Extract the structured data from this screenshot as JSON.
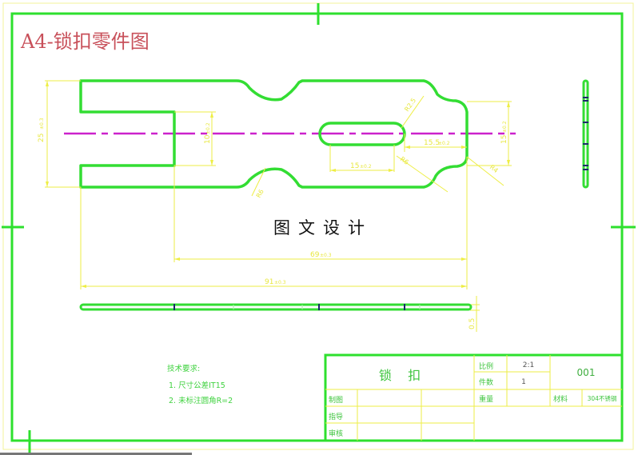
{
  "drawing": {
    "title": "A4-锁扣零件图",
    "watermark": "图文设计",
    "colors": {
      "frame": "#2ee02e",
      "outline": "#33dd33",
      "dimension": "#eeee44",
      "centerline": "#cc22cc",
      "title_text": "#c8505a",
      "hidden_marks": "#1a2a6a"
    },
    "dimensions": {
      "overall_height": "25",
      "overall_height_tol": "±0.3",
      "slot_width": "10",
      "slot_width_tol": "±0.2",
      "oblong_length": "15",
      "oblong_length_tol": "±0.2",
      "oblong_radius": "R2.5",
      "end_offset": "15.5",
      "end_offset_tol": "±0.2",
      "end_width": "15",
      "end_width_tol": "±0.2",
      "radius_neck": "R6",
      "radius_neck2": "R6",
      "radius_corner": "R4",
      "length_69": "69",
      "length_69_tol": "±0.3",
      "length_91": "91",
      "length_91_tol": "±0.3",
      "thickness": "0.5"
    },
    "tech_requirements": {
      "heading": "技术要求:",
      "items": [
        "1. 尺寸公差IT15",
        "2. 未标注圆角R=2"
      ]
    },
    "title_block": {
      "part_name": "锁    扣",
      "scale_label": "比例",
      "scale_value": "2:1",
      "quantity_label": "件数",
      "quantity_value": "1",
      "weight_label": "重量",
      "weight_value": "",
      "drawing_number": "001",
      "material_label": "材料",
      "material_value": "304不锈钢",
      "drawn_by_label": "制图",
      "guided_by_label": "指导",
      "reviewed_by_label": "审核"
    }
  }
}
